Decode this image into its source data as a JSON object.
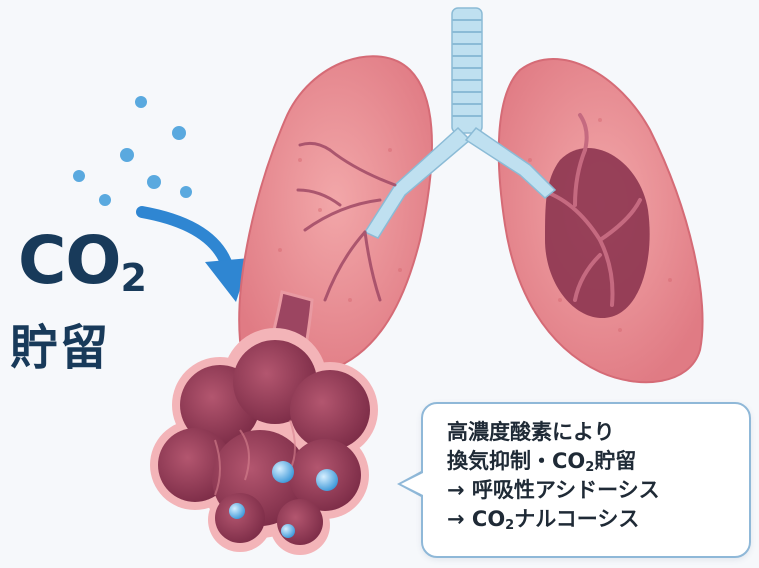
{
  "label": {
    "co2_main": "CO",
    "co2_sub_digit": "2",
    "retention": "貯留"
  },
  "callout": {
    "line1": "高濃度酸素により",
    "line2_pre": "換気抑制・CO",
    "line2_sub": "2",
    "line2_post": "貯留",
    "line3": "→ 呼吸性アシドーシス",
    "line4_pre": "→ CO",
    "line4_sub": "2",
    "line4_post": "ナルコーシス"
  },
  "colors": {
    "lung": "#e8848a",
    "lung_dark": "#9b3f5a",
    "trachea": "#bfe0f0",
    "bubble": "#4aa6e0",
    "arrow": "#2f86d2",
    "text_dark": "#183a5a"
  }
}
